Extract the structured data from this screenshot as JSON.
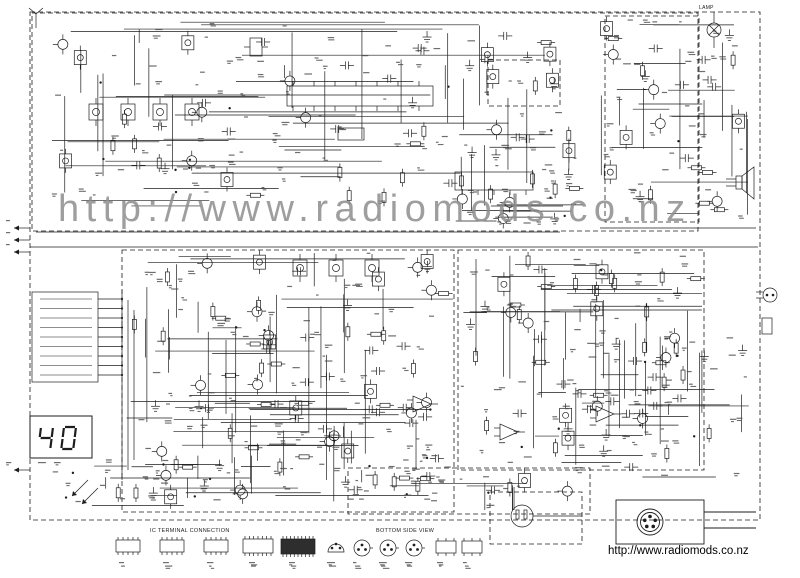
{
  "page": {
    "background": "#ffffff"
  },
  "watermark": {
    "text": "http://www.radiomods.co.nz",
    "color": "#8e8e8e"
  },
  "footer_url": {
    "text": "http://www.radiomods.co.nz",
    "color": "#000000"
  },
  "display": {
    "value": "40"
  },
  "captions": {
    "ic_terminal_connection": "IC TERMINAL CONNECTION",
    "bottom_side_view": "BOTTOM SIDE VIEW",
    "lamp": "LAMP"
  },
  "diagram": {
    "type": "circuit-schematic",
    "line_color": "#1d1d1d",
    "description": "Scanned CB radio service schematic with RF/IF/PLL/audio sections, channel LED display showing 40, speaker, microphone jack, power plug and IC pin-out diagrams along the bottom edge."
  }
}
